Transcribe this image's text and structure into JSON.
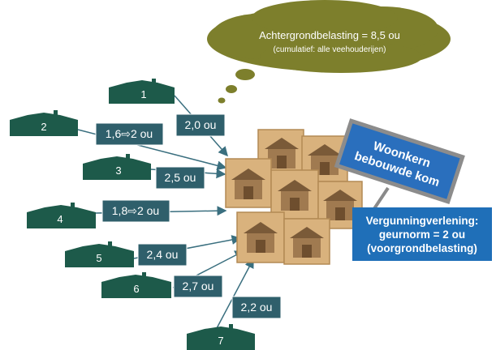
{
  "cloud": {
    "line1": "Achtergrondbelasting = 8,5 ou",
    "line2": "(cumulatief: alle veehouderijen)"
  },
  "farms": [
    {
      "id": "1",
      "emission": "2,0 ou"
    },
    {
      "id": "2",
      "emission": "1,6⇨2 ou"
    },
    {
      "id": "3",
      "emission": "2,5 ou"
    },
    {
      "id": "4",
      "emission": "1,8⇨2 ou"
    },
    {
      "id": "5",
      "emission": "2,4 ou"
    },
    {
      "id": "6",
      "emission": "2,7 ou"
    },
    {
      "id": "7",
      "emission": "2,2 ou"
    }
  ],
  "sign": {
    "line1": "Woonkern",
    "line2": "bebouwde kom"
  },
  "info": {
    "line1": "Vergunningverlening:",
    "line2": "geurnorm = 2 ou",
    "line3": "(voorgrondbelasting)"
  },
  "colors": {
    "farm": "#1d5a4a",
    "label_box": "#2f5f6b",
    "cloud": "#7d7f2c",
    "sign": "#2a6fbd",
    "info_box": "#1f6fb8",
    "house_block": "#d9b27d"
  }
}
